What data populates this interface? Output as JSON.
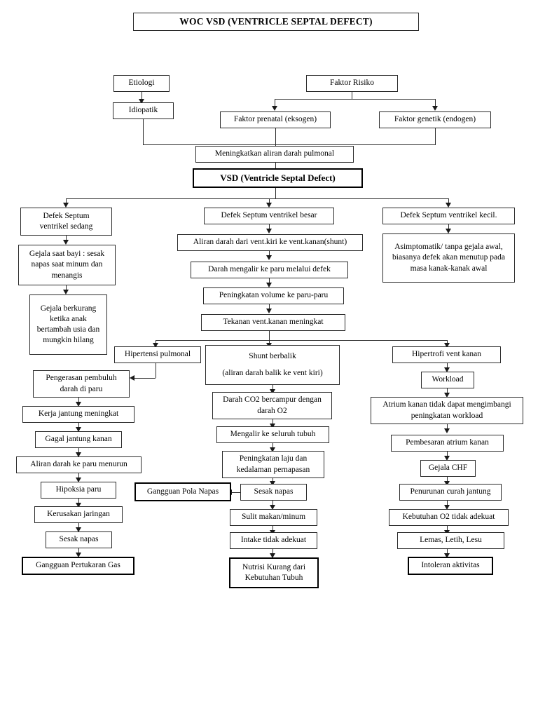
{
  "document": {
    "title": "WOC VSD (VENTRICLE SEPTAL DEFECT)"
  },
  "nodes": {
    "etiologi": "Etiologi",
    "idiopatik": "Idiopatik",
    "faktor_risiko": "Faktor Risiko",
    "faktor_prenatal": "Faktor prenatal (eksogen)",
    "faktor_genetik": "Faktor genetik (endogen)",
    "meningkatkan_aliran": "Meningkatkan aliran darah pulmonal",
    "vsd": "VSD (Ventricle Septal Defect)",
    "defek_sedang": "Defek Septum\nventrikel sedang",
    "gejala_bayi": "Gejala saat bayi : sesak napas saat minum dan menangis",
    "gejala_berkurang": "Gejala berkurang ketika anak bertambah usia dan mungkin hilang",
    "defek_besar": "Defek Septum ventrikel besar",
    "aliran_shunt": "Aliran darah dari vent.kiri ke vent.kanan(shunt)",
    "darah_mengalir": "Darah mengalir ke paru melalui defek",
    "peningkatan_volume": "Peningkatan volume ke paru-paru",
    "tekanan_vent": "Tekanan vent.kanan meningkat",
    "defek_kecil": "Defek Septum ventrikel kecil.",
    "asimptomatik": "Asimptomatik/ tanpa gejala awal, biasanya defek akan menutup pada masa kanak-kanak awal",
    "hipertensi_pulmonal": "Hipertensi pulmonal",
    "shunt_berbalik_1": "Shunt berbalik",
    "shunt_berbalik_2": "(aliran darah balik ke vent kiri)",
    "hipertrofi": "Hipertrofi vent kanan",
    "pengerasan": "Pengerasan pembuluh darah di paru",
    "darah_co2": "Darah CO2 bercampur dengan darah O2",
    "workload": "Workload",
    "kerja_jantung": "Kerja jantung meningkat",
    "mengalir_tubuh": "Mengalir ke seluruh tubuh",
    "atrium_tidak_dapat": "Atrium kanan tidak dapat mengimbangi peningkatan workload",
    "gagal_jantung": "Gagal jantung kanan",
    "peningkatan_laju": "Peningkatan laju dan kedalaman pernapasan",
    "aliran_menurun": "Aliran darah ke paru menurun",
    "pembesaran_atrium": "Pembesaran atrium kanan",
    "hipoksia": "Hipoksia paru",
    "gangguan_pola_napas": "Gangguan Pola Napas",
    "sesak_napas_mid": "Sesak napas",
    "gejala_chf": "Gejala CHF",
    "kerusakan_jaringan": "Kerusakan jaringan",
    "sulit_makan": "Sulit makan/minum",
    "penurunan_curah": "Penurunan curah jantung",
    "sesak_napas_left": "Sesak napas",
    "intake_tidak_adekuat": "Intake tidak adekuat",
    "kebutuhan_o2": "Kebutuhan O2 tidak adekuat",
    "gangguan_pertukaran": "Gangguan Pertukaran Gas",
    "nutrisi_kurang": "Nutrisi Kurang dari Kebutuhan Tubuh",
    "lemas": "Lemas, Letih, Lesu",
    "intoleran": "Intoleran aktivitas"
  },
  "colors": {
    "line": "#2b2b2b",
    "border": "#2b2b2b",
    "emphasis_border": "#000000",
    "background": "#ffffff",
    "text": "#000000"
  }
}
